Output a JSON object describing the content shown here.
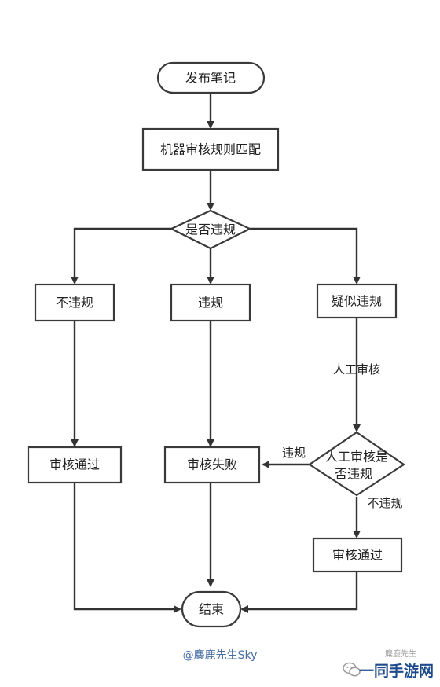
{
  "nodes": {
    "start": "发布笔记",
    "machine_review": "机器审核规则匹配",
    "decision_violation": "是否违规",
    "not_violation": "不违规",
    "violation": "违规",
    "suspected": "疑似违规",
    "pass_left": "审核通过",
    "fail": "审核失败",
    "decision_manual_line1": "人工审核是",
    "decision_manual_line2": "否违规",
    "pass_right": "审核通过",
    "end": "结束"
  },
  "edges": {
    "manual_review": "人工审核",
    "violation_branch": "违规",
    "no_violation_branch": "不违规"
  },
  "credit": "@麋鹿先生Sky",
  "watermark": {
    "brand": "一同手游网",
    "small": "麋鹿先生"
  }
}
